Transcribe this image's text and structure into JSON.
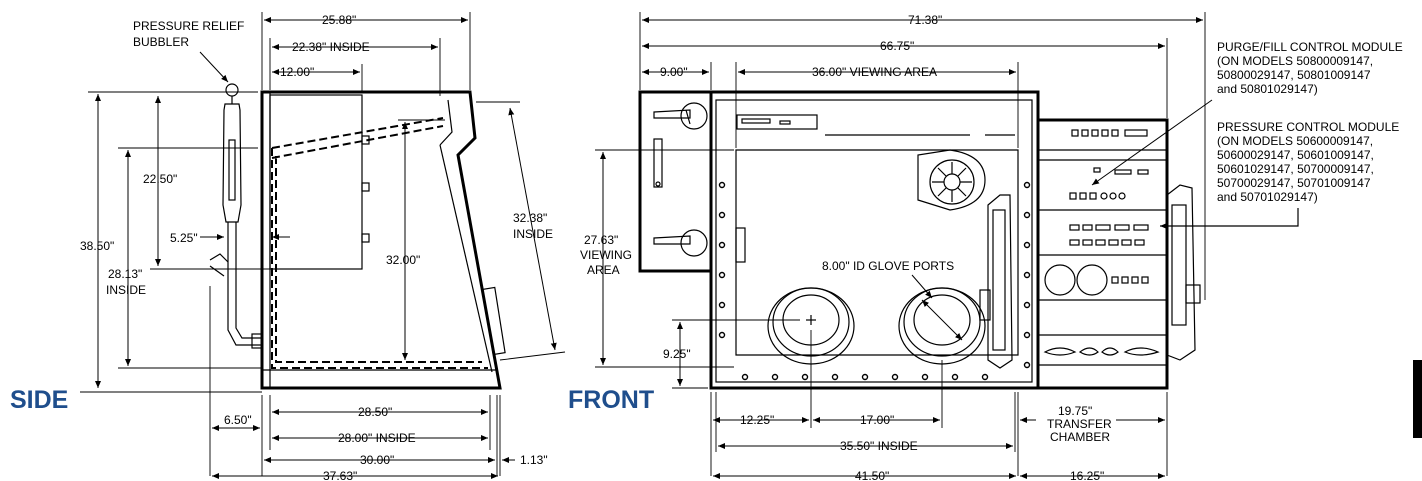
{
  "views": {
    "side": "SIDE",
    "front": "FRONT"
  },
  "side": {
    "callout_relief_line1": "PRESSURE RELIEF",
    "callout_relief_line2": "BUBBLER",
    "dim_25_88": "25.88\"",
    "dim_22_38": "22.38\" INSIDE",
    "dim_12_00": "12.00\"",
    "dim_22_50": "22.50\"",
    "dim_38_50": "38.50\"",
    "dim_28_13_a": "28.13\"",
    "dim_28_13_b": "INSIDE",
    "dim_5_25": "5.25\"",
    "dim_32_00": "32.00\"",
    "dim_32_38_a": "32.38\"",
    "dim_32_38_b": "INSIDE",
    "dim_6_50": "6.50\"",
    "dim_28_50": "28.50\"",
    "dim_28_00": "28.00\" INSIDE",
    "dim_30_00": "30.00\"",
    "dim_37_63": "37.63\"",
    "dim_1_13": "1.13\""
  },
  "front": {
    "dim_71_38": "71.38\"",
    "dim_66_75": "66.75\"",
    "dim_9_00": "9.00\"",
    "dim_36_00": "36.00\" VIEWING AREA",
    "dim_27_63_a": "27.63\"",
    "dim_27_63_b": "VIEWING",
    "dim_27_63_c": "AREA",
    "glove_ports": "8.00\" ID GLOVE PORTS",
    "dim_9_25": "9.25\"",
    "dim_12_25": "12.25\"",
    "dim_17_00": "17.00\"",
    "dim_35_50": "35.50\" INSIDE",
    "dim_41_50": "41.50\"",
    "dim_19_75_a": "19.75\"",
    "dim_19_75_b": "TRANSFER",
    "dim_19_75_c": "CHAMBER",
    "dim_16_25": "16.25\""
  },
  "notes": {
    "purge_title": "PURGE/FILL CONTROL MODULE",
    "purge_lines": [
      "(ON MODELS 50800009147,",
      "50800029147, 50801009147",
      "and 50801029147)"
    ],
    "pressure_title": "PRESSURE CONTROL MODULE",
    "pressure_lines": [
      "(ON MODELS 50600009147,",
      "50600029147, 50601009147,",
      "50601029147, 50700009147,",
      "50700029147, 50701009147",
      "and 50701029147)"
    ]
  }
}
